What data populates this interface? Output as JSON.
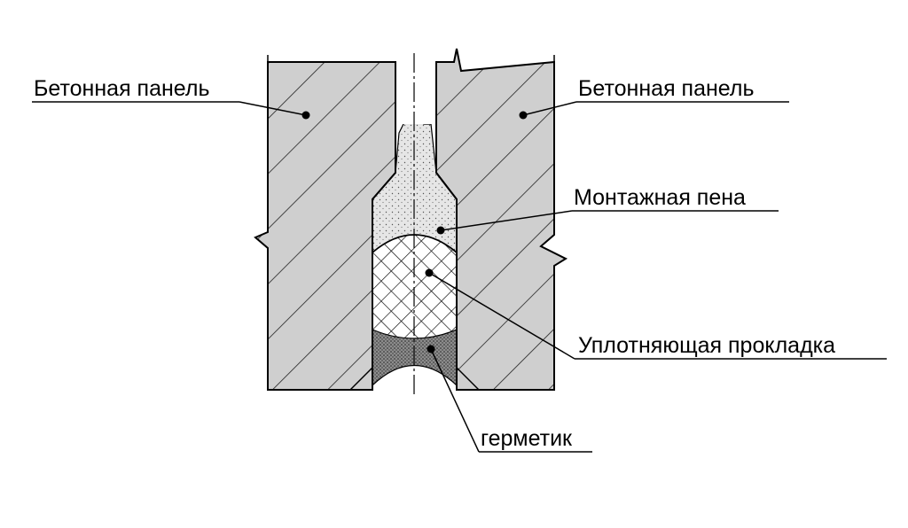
{
  "labels": {
    "panel_left": "Бетонная панель",
    "panel_right": "Бетонная панель",
    "foam": "Монтажная пена",
    "gasket": "Уплотняющая прокладка",
    "sealant": "герметик"
  },
  "colors": {
    "ink": "#000000",
    "concrete": "#cfcfcf",
    "foam": "#e6e6e6",
    "gasket_fill": "#ffffff",
    "sealant": "#8c8c8c"
  }
}
